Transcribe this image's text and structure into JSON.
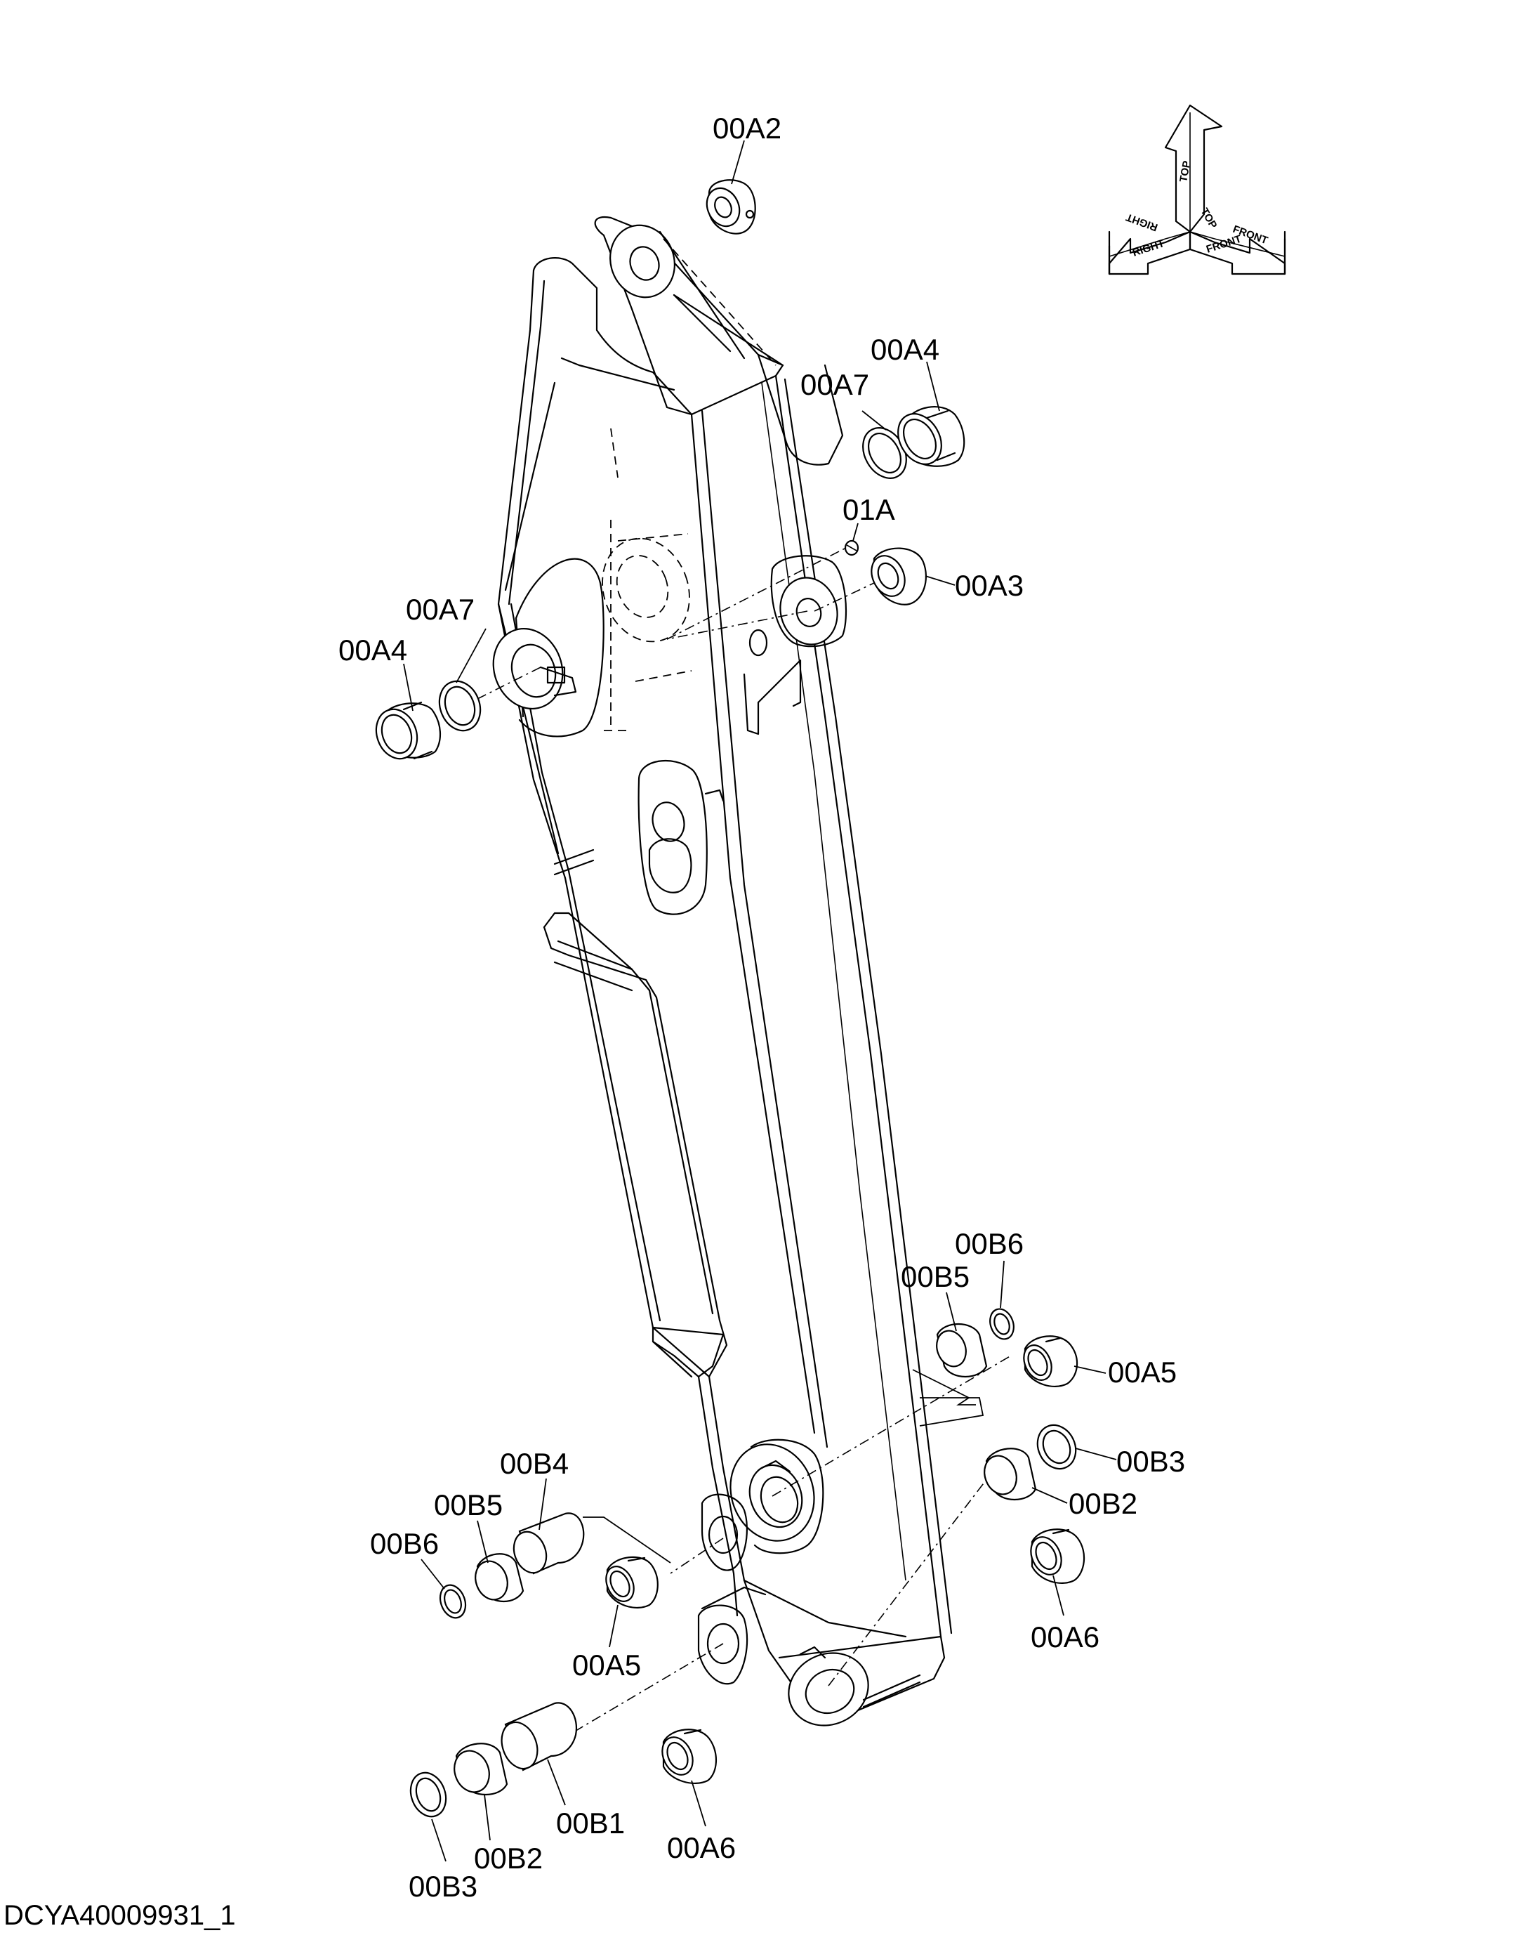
{
  "labels": {
    "a2": "00A2",
    "a4_top": "00A4",
    "a7_top": "00A7",
    "x01a": "01A",
    "a3": "00A3",
    "a7_left": "00A7",
    "a4_left": "00A4",
    "b6_right": "00B6",
    "b5_right": "00B5",
    "a5_right": "00A5",
    "b3_right": "00B3",
    "b2_right": "00B2",
    "a6_right": "00A6",
    "b4_left": "00B4",
    "b5_left": "00B5",
    "b6_left": "00B6",
    "a5_left": "00A5",
    "b1_left": "00B1",
    "b2_left": "00B2",
    "b3_left": "00B3",
    "a6_left": "00A6"
  },
  "orientation": {
    "top": "TOP",
    "right": "RIGHT",
    "front": "FRONT"
  },
  "drawing_ref": "DCYA40009931_1"
}
